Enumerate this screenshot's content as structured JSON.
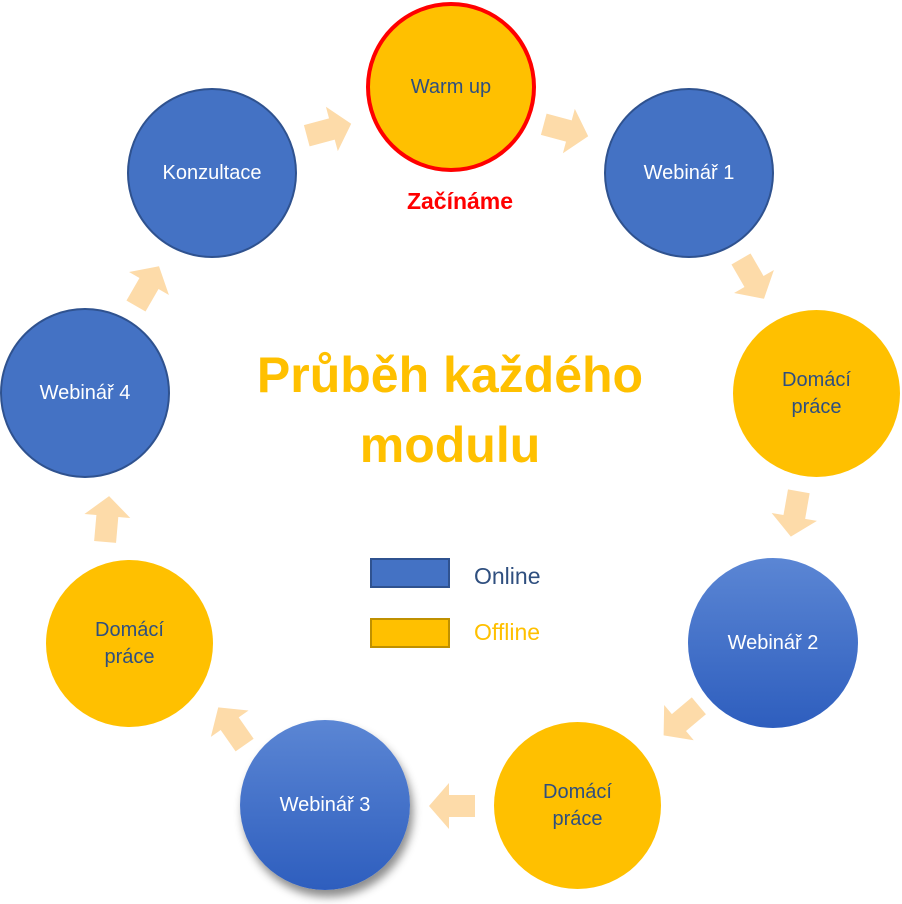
{
  "title": "Průběh každého\nmodulu",
  "start_label": "Začínáme",
  "colors": {
    "online": "#4472C4",
    "offline": "#FFC000",
    "start_border": "#FF0000",
    "arrow": "#FDDBA9"
  },
  "nodes": {
    "warm_up": "Warm up",
    "webinar_1": "Webinář 1",
    "domaci_prace_1": "Domácí\npráce",
    "webinar_2": "Webinář 2",
    "domaci_prace_2": "Domácí\npráce",
    "webinar_3": "Webinář 3",
    "domaci_prace_3": "Domácí\npráce",
    "webinar_4": "Webinář 4",
    "konzultace": "Konzultace"
  },
  "legend": {
    "online": "Online",
    "offline": "Offline"
  }
}
